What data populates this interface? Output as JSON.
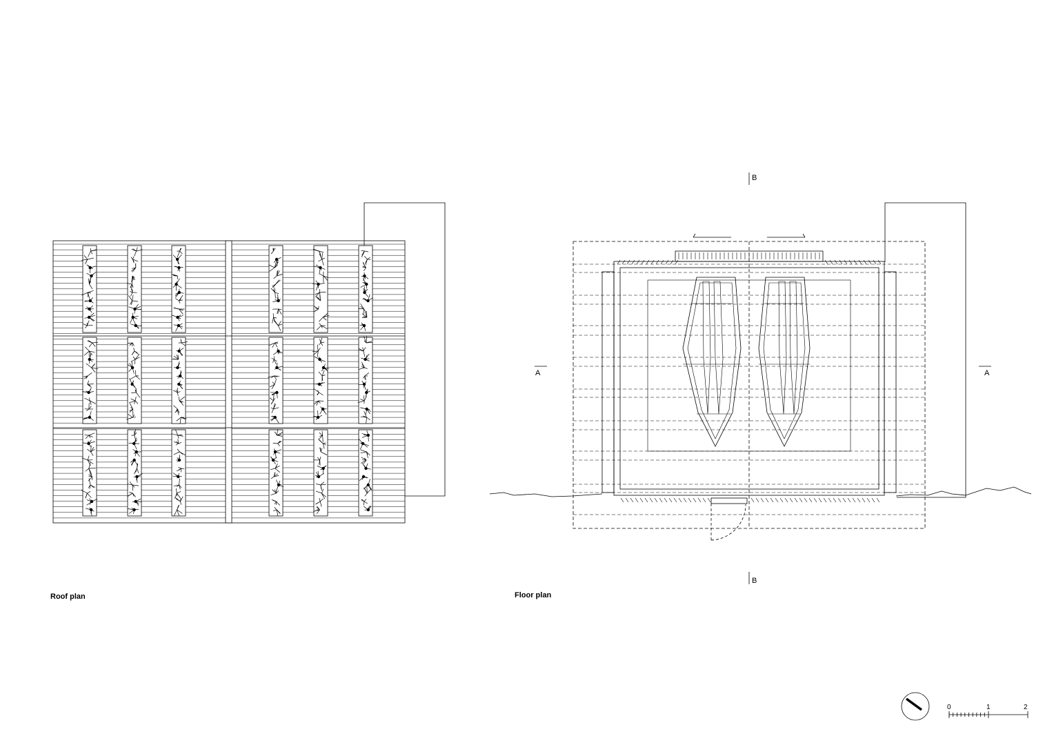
{
  "labels": {
    "roof_plan": "Roof plan",
    "floor_plan": "Floor plan",
    "section_a_left": "A",
    "section_a_right": "A",
    "section_b_top": "B",
    "section_b_bottom": "B"
  },
  "scale_bar": {
    "zero": "0",
    "one": "1",
    "two": "2"
  },
  "icons": {
    "north_arrow": "north-arrow-icon"
  },
  "colors": {
    "ink": "#000000",
    "paper": "#ffffff"
  }
}
